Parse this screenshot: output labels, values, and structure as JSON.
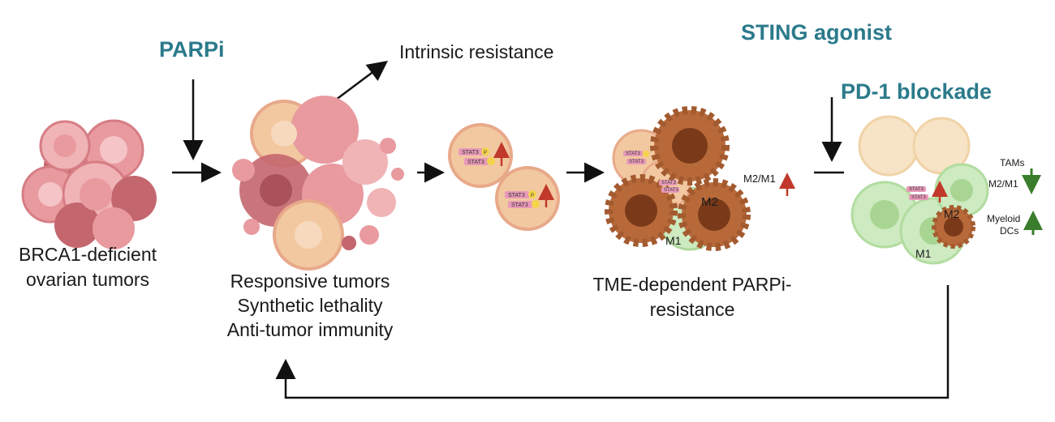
{
  "drugs": {
    "parpi": "PARPi",
    "sting": "STING agonist",
    "pd1": "PD-1 blockade"
  },
  "labels": {
    "tumor_line1": "BRCA1-deficient",
    "tumor_line2": "ovarian tumors",
    "intrinsic": "Intrinsic resistance",
    "responsive_line1": "Responsive tumors",
    "responsive_line2": "Synthetic lethality",
    "responsive_line3": "Anti-tumor immunity",
    "tme_line1": "TME-dependent PARPi-",
    "tme_line2": "resistance"
  },
  "cell_labels": {
    "stat3": "STAT3",
    "p": "P",
    "m2": "M2",
    "m1": "M1",
    "m2m1": "M2/M1",
    "tams": "TAMs",
    "myeloid": "Myeloid",
    "dcs": "DCs"
  },
  "colors": {
    "drug_text": "#2b7a8b",
    "arrow": "#111111",
    "up_red": "#c0392b",
    "green_arrow": "#3a7d2c",
    "tumor_pink": "#e89a9f",
    "tumor_dark": "#c4666e",
    "tumor_beige": "#f2c8a0",
    "macrophage": "#b8693a",
    "m1_green": "#cdeac0"
  }
}
